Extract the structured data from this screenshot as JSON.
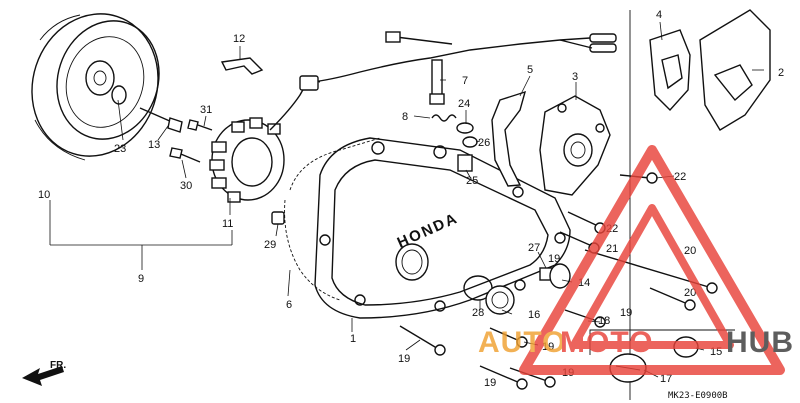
{
  "diagram": {
    "brand_text": "HONDA",
    "fr_marker": "FR.",
    "drawing_code": "MK23-E0900B",
    "watermark": {
      "part1": "AUTO",
      "part2": "MOTO",
      "part3": "HUB",
      "color_red": "#e8433a",
      "color_orange": "#f0a030",
      "color_dark": "#3a3a3a"
    },
    "part_numbers": {
      "p1": "1",
      "p2": "2",
      "p3": "3",
      "p4": "4",
      "p5": "5",
      "p6": "6",
      "p7": "7",
      "p8": "8",
      "p9": "9",
      "p10": "10",
      "p11": "11",
      "p12": "12",
      "p13": "13",
      "p14": "14",
      "p15": "15",
      "p16": "16",
      "p17": "17",
      "p18": "18",
      "p19a": "19",
      "p19b": "19",
      "p19c": "19",
      "p19d": "19",
      "p19e": "19",
      "p19f": "19",
      "p20a": "20",
      "p20b": "20",
      "p21": "21",
      "p22a": "22",
      "p22b": "22",
      "p23": "23",
      "p24": "24",
      "p25": "25",
      "p26": "26",
      "p27": "27",
      "p28": "28",
      "p29": "29",
      "p30": "30",
      "p31": "31"
    }
  }
}
